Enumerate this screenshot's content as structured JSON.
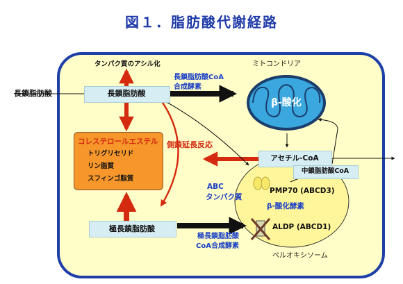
{
  "title": "図１．脂肪酸代謝経路",
  "nodes": {
    "acyl_protein": "タンパク質のアシル化",
    "lcfa_input": "長鎖脂肪酸",
    "lcfa": "長鎖脂肪酸",
    "vlcfa": "極長鎖脂肪酸",
    "acetyl_coa": "アセチル-CoA",
    "mcfa_coa": "中鎖脂肪酸CoA",
    "mito_title": "ミトコンドリア",
    "mito_beta": "β-酸化",
    "peroxisome": "ペルオキシソーム"
  },
  "lipids": {
    "title": "コレステロールエステル",
    "items": [
      "トリグリセリド",
      "リン脂質",
      "スフィンゴ脂質"
    ]
  },
  "labels": {
    "lc_synthase_1": "長鎖脂肪酸CoA",
    "lc_synthase_2": "合成酵素",
    "side_chain": "側鎖延長反応",
    "abc_1": "ABC",
    "abc_2": "タンパク質",
    "pmp70": "PMP70 (ABCD3)",
    "beta_enzyme": "β-酸化酵素",
    "aldp": "ALDP (ABCD1)",
    "vl_synthase_1": "極長鎖脂肪酸",
    "vl_synthase_2": "CoA合成酵素"
  },
  "colors": {
    "title": "#1f3aa8",
    "outer_cell_fill": "#fffec8",
    "outer_cell_stroke": "#1e3fa8",
    "peroxisome_fill": "#fff59a",
    "mitochondria_fill": "#3aa7df",
    "box_fill": "#d6eef3",
    "lipid_box": "#f6962b",
    "red_arrow": "#d42a10",
    "blue_text": "#1a3fc6",
    "abc_protein": "#f8e86a"
  }
}
